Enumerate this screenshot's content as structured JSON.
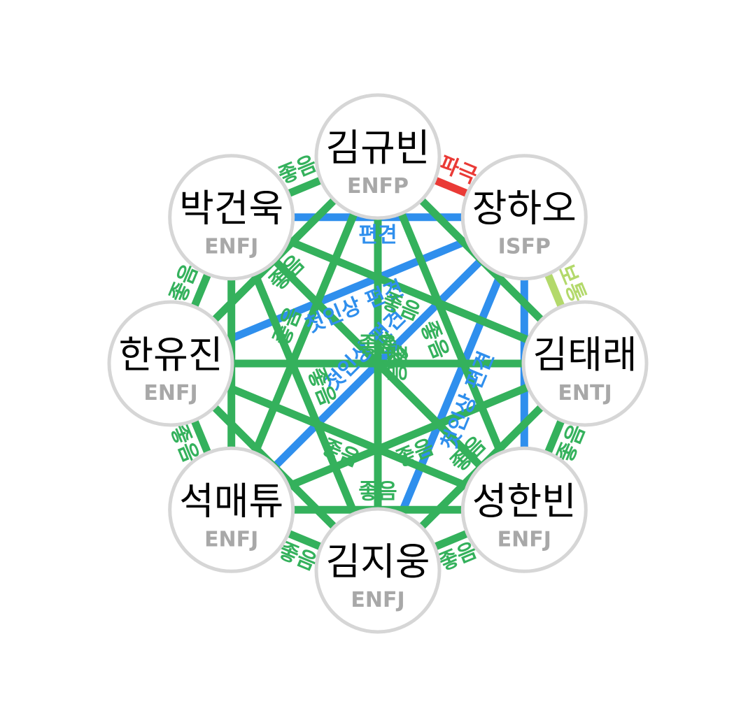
{
  "colors": {
    "good": "#34b15c",
    "neutral": "#b3d96b",
    "conflict": "#ea3a36",
    "prejudice": "#2f8fed",
    "node_fill": "#ffffff",
    "node_stroke": "#d6d6d6",
    "type_text": "#a8a8a8"
  },
  "nodes": [
    {
      "id": "kimgyubin",
      "name": "김규빈",
      "type": "ENFP"
    },
    {
      "id": "janghao",
      "name": "장하오",
      "type": "ISFP"
    },
    {
      "id": "kimtaerae",
      "name": "김태래",
      "type": "ENTJ"
    },
    {
      "id": "seonghanbin",
      "name": "성한빈",
      "type": "ENFJ"
    },
    {
      "id": "kimjiwoong",
      "name": "김지웅",
      "type": "ENFJ"
    },
    {
      "id": "seokmatthew",
      "name": "석매튜",
      "type": "ENFJ"
    },
    {
      "id": "hanyujin",
      "name": "한유진",
      "type": "ENFJ"
    },
    {
      "id": "parkgunwook",
      "name": "박건욱",
      "type": "ENFJ"
    }
  ],
  "edges": [
    {
      "a": "kimgyubin",
      "b": "janghao",
      "kind": "conflict",
      "label": "파극"
    },
    {
      "a": "janghao",
      "b": "kimtaerae",
      "kind": "neutral",
      "label": "보통"
    },
    {
      "a": "parkgunwook",
      "b": "kimgyubin",
      "kind": "good",
      "label": "좋음"
    },
    {
      "a": "hanyujin",
      "b": "parkgunwook",
      "kind": "good",
      "label": "좋음"
    },
    {
      "a": "seokmatthew",
      "b": "hanyujin",
      "kind": "good",
      "label": "좋음"
    },
    {
      "a": "kimjiwoong",
      "b": "seokmatthew",
      "kind": "good",
      "label": "좋음"
    },
    {
      "a": "seonghanbin",
      "b": "kimjiwoong",
      "kind": "good",
      "label": "좋음"
    },
    {
      "a": "kimtaerae",
      "b": "seonghanbin",
      "kind": "good",
      "label": "좋음"
    },
    {
      "a": "parkgunwook",
      "b": "janghao",
      "kind": "prejudice",
      "label": "편견"
    },
    {
      "a": "janghao",
      "b": "hanyujin",
      "kind": "prejudice",
      "label": "첫인상 편견"
    },
    {
      "a": "janghao",
      "b": "seokmatthew",
      "kind": "prejudice",
      "label": "첫인상 편견"
    },
    {
      "a": "janghao",
      "b": "kimjiwoong",
      "kind": "prejudice",
      "label": "첫인상 편견"
    },
    {
      "a": "janghao",
      "b": "seonghanbin",
      "kind": "prejudice",
      "label": ""
    },
    {
      "a": "kimgyubin",
      "b": "kimtaerae",
      "kind": "good",
      "label": "좋음"
    },
    {
      "a": "kimgyubin",
      "b": "seonghanbin",
      "kind": "good",
      "label": "좋음"
    },
    {
      "a": "kimgyubin",
      "b": "kimjiwoong",
      "kind": "good",
      "label": "좋음"
    },
    {
      "a": "kimgyubin",
      "b": "seokmatthew",
      "kind": "good",
      "label": "좋음"
    },
    {
      "a": "kimgyubin",
      "b": "hanyujin",
      "kind": "good",
      "label": "좋음"
    },
    {
      "a": "kimtaerae",
      "b": "kimjiwoong",
      "kind": "good",
      "label": "좋음"
    },
    {
      "a": "kimtaerae",
      "b": "seokmatthew",
      "kind": "good",
      "label": "좋음"
    },
    {
      "a": "kimtaerae",
      "b": "hanyujin",
      "kind": "good",
      "label": "좋음"
    },
    {
      "a": "kimtaerae",
      "b": "parkgunwook",
      "kind": "good",
      "label": "좋음"
    },
    {
      "a": "seonghanbin",
      "b": "seokmatthew",
      "kind": "good",
      "label": "좋음"
    },
    {
      "a": "seonghanbin",
      "b": "hanyujin",
      "kind": "good",
      "label": "좋음"
    },
    {
      "a": "seonghanbin",
      "b": "parkgunwook",
      "kind": "good",
      "label": "좋음"
    },
    {
      "a": "kimjiwoong",
      "b": "hanyujin",
      "kind": "good",
      "label": "좋음"
    },
    {
      "a": "kimjiwoong",
      "b": "parkgunwook",
      "kind": "good",
      "label": "좋음"
    },
    {
      "a": "seokmatthew",
      "b": "parkgunwook",
      "kind": "good",
      "label": "좋음"
    }
  ]
}
